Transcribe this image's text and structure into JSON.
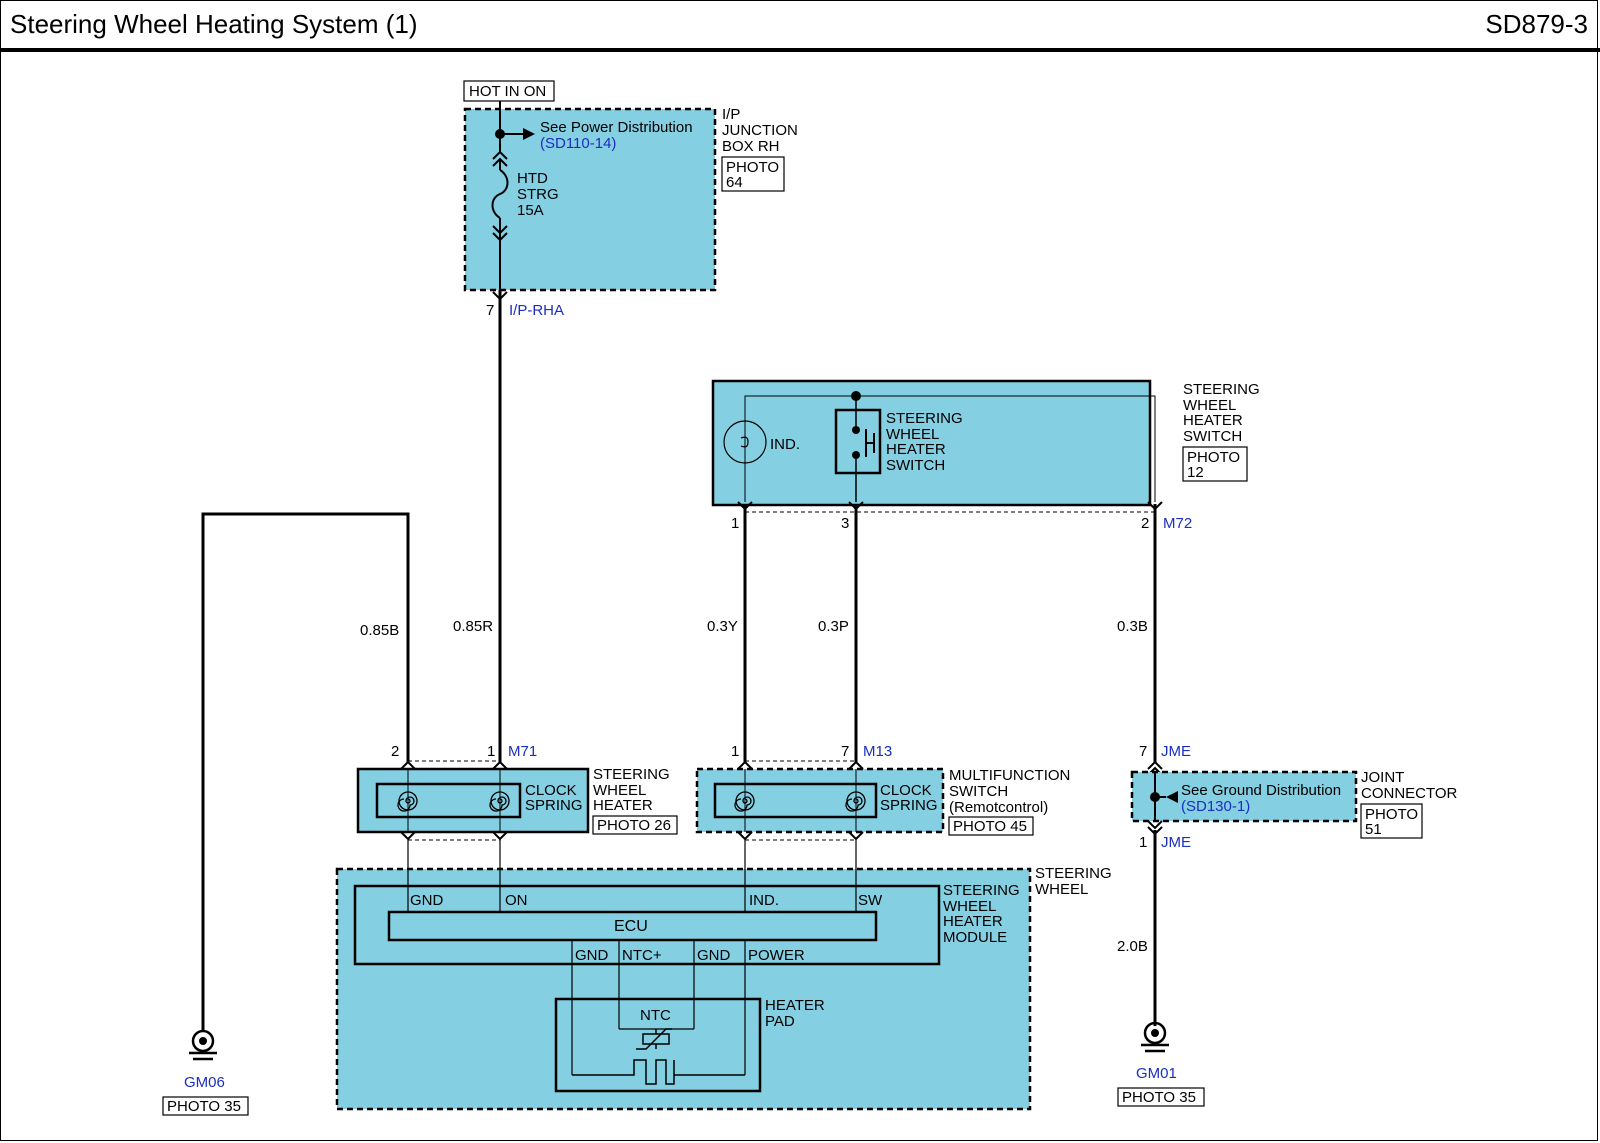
{
  "header": {
    "title": "Steering Wheel Heating System (1)",
    "page_id": "SD879-3"
  },
  "power": {
    "hot_label": "HOT IN ON",
    "see_text": "See Power Distribution",
    "see_ref": "(SD110-14)",
    "fuse": [
      "HTD",
      "STRG",
      "15A"
    ],
    "box_name": [
      "I/P",
      "JUNCTION",
      "BOX RH"
    ],
    "photo": [
      "PHOTO",
      "64"
    ],
    "pin": "7",
    "connector": "I/P-RHA"
  },
  "switch": {
    "name": [
      "STEERING",
      "WHEEL",
      "HEATER",
      "SWITCH"
    ],
    "photo": [
      "PHOTO",
      "12"
    ],
    "ind_label": "IND.",
    "inner_label": [
      "STEERING",
      "WHEEL",
      "HEATER",
      "SWITCH"
    ],
    "pins": [
      "1",
      "3",
      "2"
    ],
    "connector": "M72"
  },
  "wires": {
    "w085b": "0.85B",
    "w085r": "0.85R",
    "w03y": "0.3Y",
    "w03p": "0.3P",
    "w03b": "0.3B",
    "w20b": "2.0B"
  },
  "clock_left": {
    "pins": [
      "2",
      "1"
    ],
    "connector": "M71",
    "label": [
      "CLOCK",
      "SPRING"
    ],
    "name": [
      "STEERING",
      "WHEEL",
      "HEATER"
    ],
    "photo": "PHOTO 26"
  },
  "clock_right": {
    "pins": [
      "1",
      "7"
    ],
    "connector": "M13",
    "label": [
      "CLOCK",
      "SPRING"
    ],
    "name": [
      "MULTIFUNCTION",
      "SWITCH",
      "(Remotcontrol)"
    ],
    "photo": "PHOTO 45"
  },
  "joint": {
    "pin_top": "7",
    "conn_top": "JME",
    "see_text": "See Ground Distribution",
    "see_ref": "(SD130-1)",
    "name": [
      "JOINT",
      "CONNECTOR"
    ],
    "photo": [
      "PHOTO",
      "51"
    ],
    "pin_bottom": "1",
    "conn_bottom": "JME"
  },
  "module": {
    "wheel_name": [
      "STEERING",
      "WHEEL"
    ],
    "module_name": [
      "STEERING",
      "WHEEL",
      "HEATER",
      "MODULE"
    ],
    "ecu": "ECU",
    "top_terms": [
      "GND",
      "ON",
      "IND.",
      "SW"
    ],
    "bottom_terms": [
      "GND",
      "NTC+",
      "GND",
      "POWER"
    ],
    "heater_name": [
      "HEATER",
      "PAD"
    ],
    "ntc": "NTC"
  },
  "grounds": {
    "left": {
      "id": "GM06",
      "photo": "PHOTO 35"
    },
    "right": {
      "id": "GM01",
      "photo": "PHOTO 35"
    }
  },
  "colors": {
    "fill": "#85CFE2",
    "line": "#000000",
    "link": "#1a2fbf"
  }
}
